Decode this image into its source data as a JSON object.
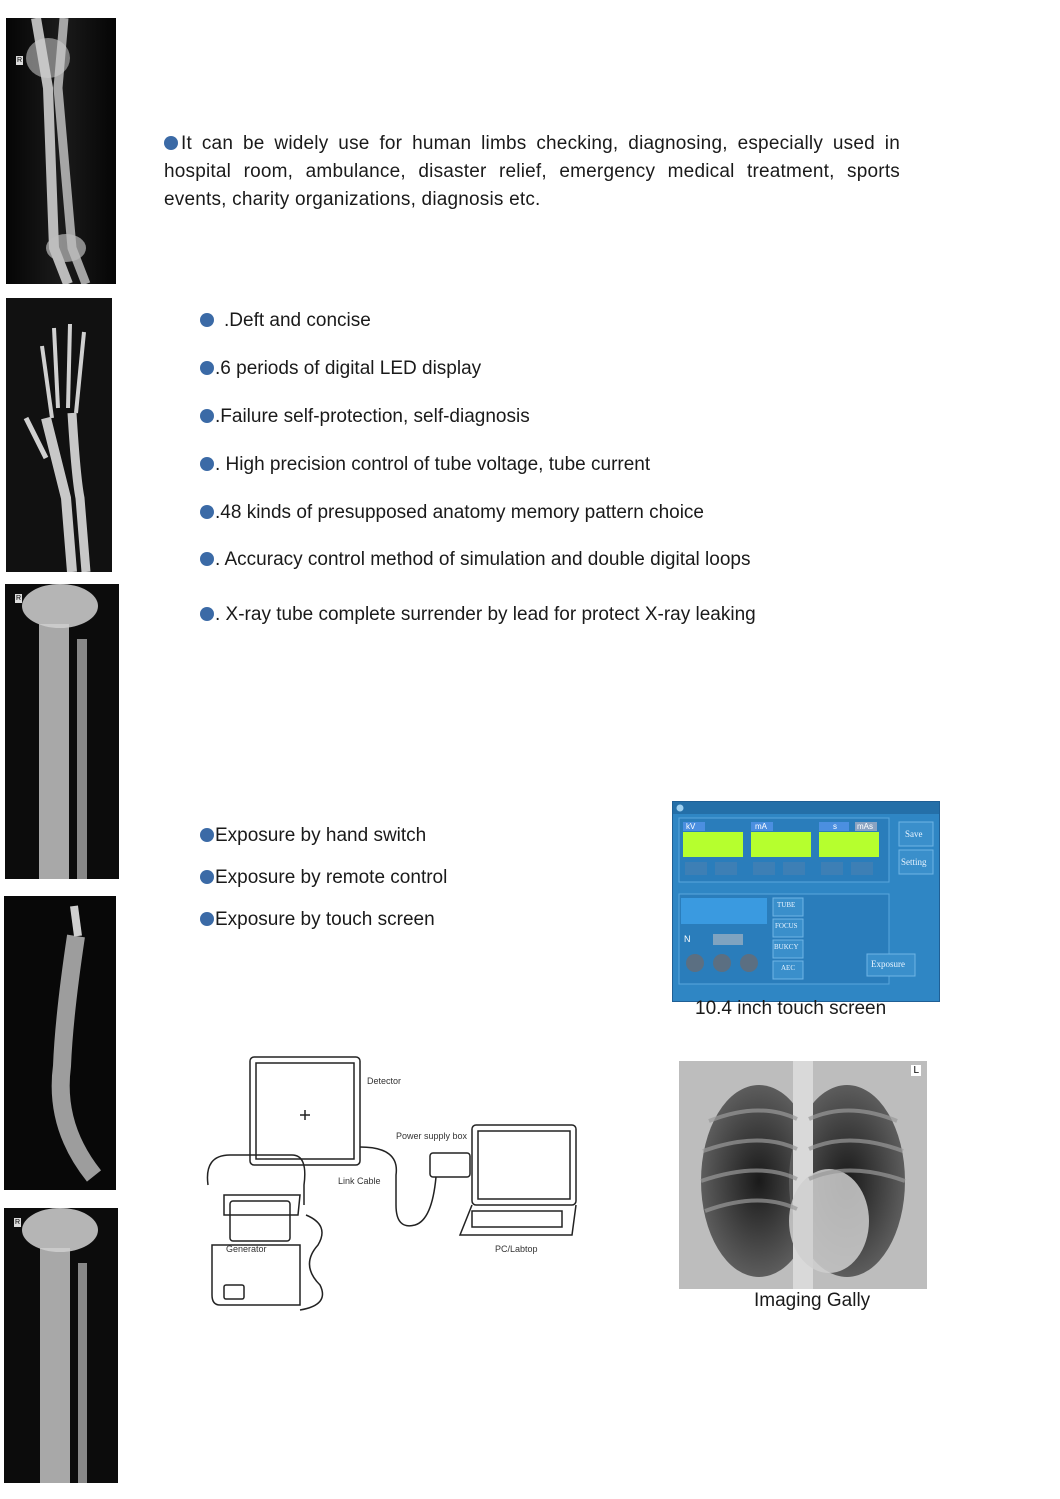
{
  "intro": "It can be widely use for human limbs checking, diagnosing, especially used in hospital room, ambulance, disaster relief, emergency medical treatment, sports events, charity organizations, diagnosis etc.",
  "features": [
    ".Deft and concise",
    ".6 periods of digital LED display",
    ".Failure self-protection, self-diagnosis",
    ". High precision control of tube voltage, tube current",
    ".48 kinds of presupposed anatomy memory pattern choice",
    ". Accuracy control method of simulation and double digital loops",
    ". X-ray tube complete surrender by lead for protect X-ray leaking"
  ],
  "exposure_modes": [
    "Exposure by hand switch",
    "Exposure by remote control",
    "Exposure by touch screen"
  ],
  "touch_panel": {
    "kv_label": "kV",
    "ma_label": "mA",
    "s_label": "s",
    "mas_label": "mAs",
    "save_label": "Save",
    "setting_label": "Setting",
    "tube_label": "TUBE",
    "focus_label": "FOCUS",
    "bucky_label": "BUKCY",
    "aec_label": "AEC",
    "n_label": "N",
    "exposure_label": "Exposure",
    "display_color": "#b6ff2e"
  },
  "touch_caption": "10.4 inch touch screen",
  "diagram": {
    "detector": "Detector",
    "power_box": "Power supply box",
    "link_cable": "Link Cable",
    "generator": "Generator",
    "pc": "PC/Labtop"
  },
  "chest_caption": "Imaging Gally",
  "chest_marker": "L",
  "xray_marker": "R",
  "accent_color": "#3b6aa6"
}
